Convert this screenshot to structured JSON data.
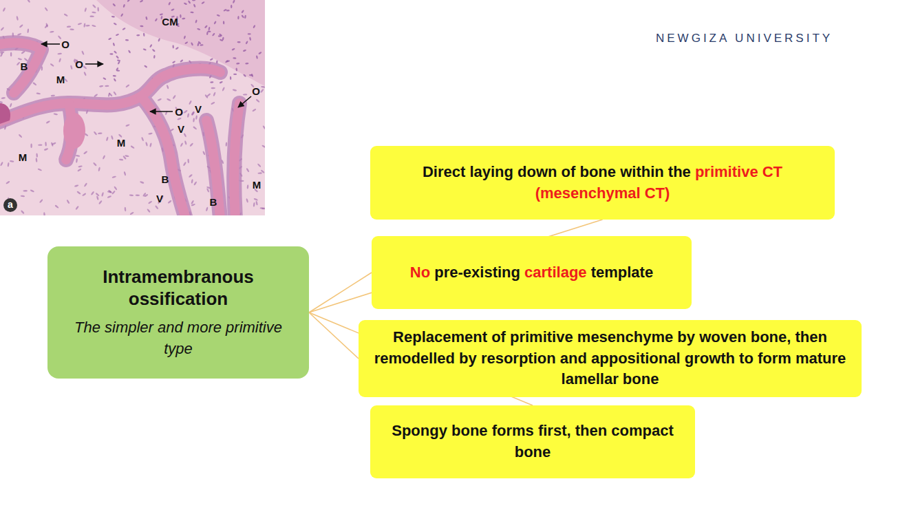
{
  "diagram": {
    "nodes": [
      {
        "text": [
          "Intramembranous ossification",
          "The simpler and more primitive type"
        ]
      },
      {
        "text": [
          "Direct laying down of bone within the primitive CT (mesenchymal CT)"
        ]
      },
      {
        "text": [
          "No pre-existing cartilage template"
        ]
      },
      {
        "text": [
          "Replacement of primitive mesenchyme by woven bone, then remodelled by resorption and appositional growth to form mature lamellar bone"
        ]
      },
      {
        "text": [
          "Spongy bone forms first, then compact bone"
        ]
      }
    ],
    "edges": [
      {
        "from": 0,
        "to": 1,
        "arrow": "none"
      },
      {
        "from": 0,
        "to": 2,
        "arrow": "none"
      },
      {
        "from": 0,
        "to": 3,
        "arrow": "none"
      },
      {
        "from": 0,
        "to": 4,
        "arrow": "none"
      }
    ],
    "labels": [
      "NEWGIZA UNIVERSITY",
      "CM",
      "O",
      "O",
      "B",
      "M",
      "O",
      "O",
      "V",
      "V",
      "M",
      "M",
      "B",
      "M",
      "V",
      "B",
      "a"
    ]
  }
}
